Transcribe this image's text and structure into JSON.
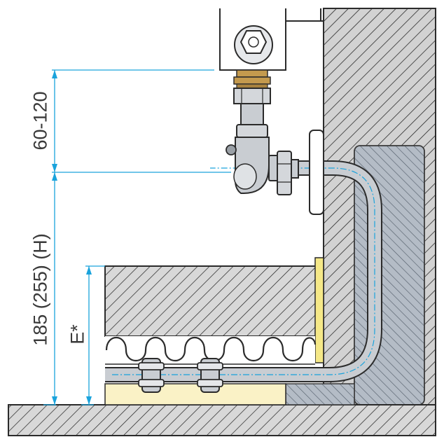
{
  "dimensions": {
    "top": "60-120",
    "total": "185 (255) (H)",
    "floor": "E*"
  },
  "colors": {
    "hatch_fg": "#2b2b2b",
    "hatch_bg": "#d2d2d2",
    "insulation": "#b4bcc6",
    "pipe": "#c9cdd2",
    "dimension_line": "#1aa3dc",
    "yellow_strip": "#f5e887",
    "floor_bed": "#faf2c6",
    "brass": "#c49a4e"
  }
}
